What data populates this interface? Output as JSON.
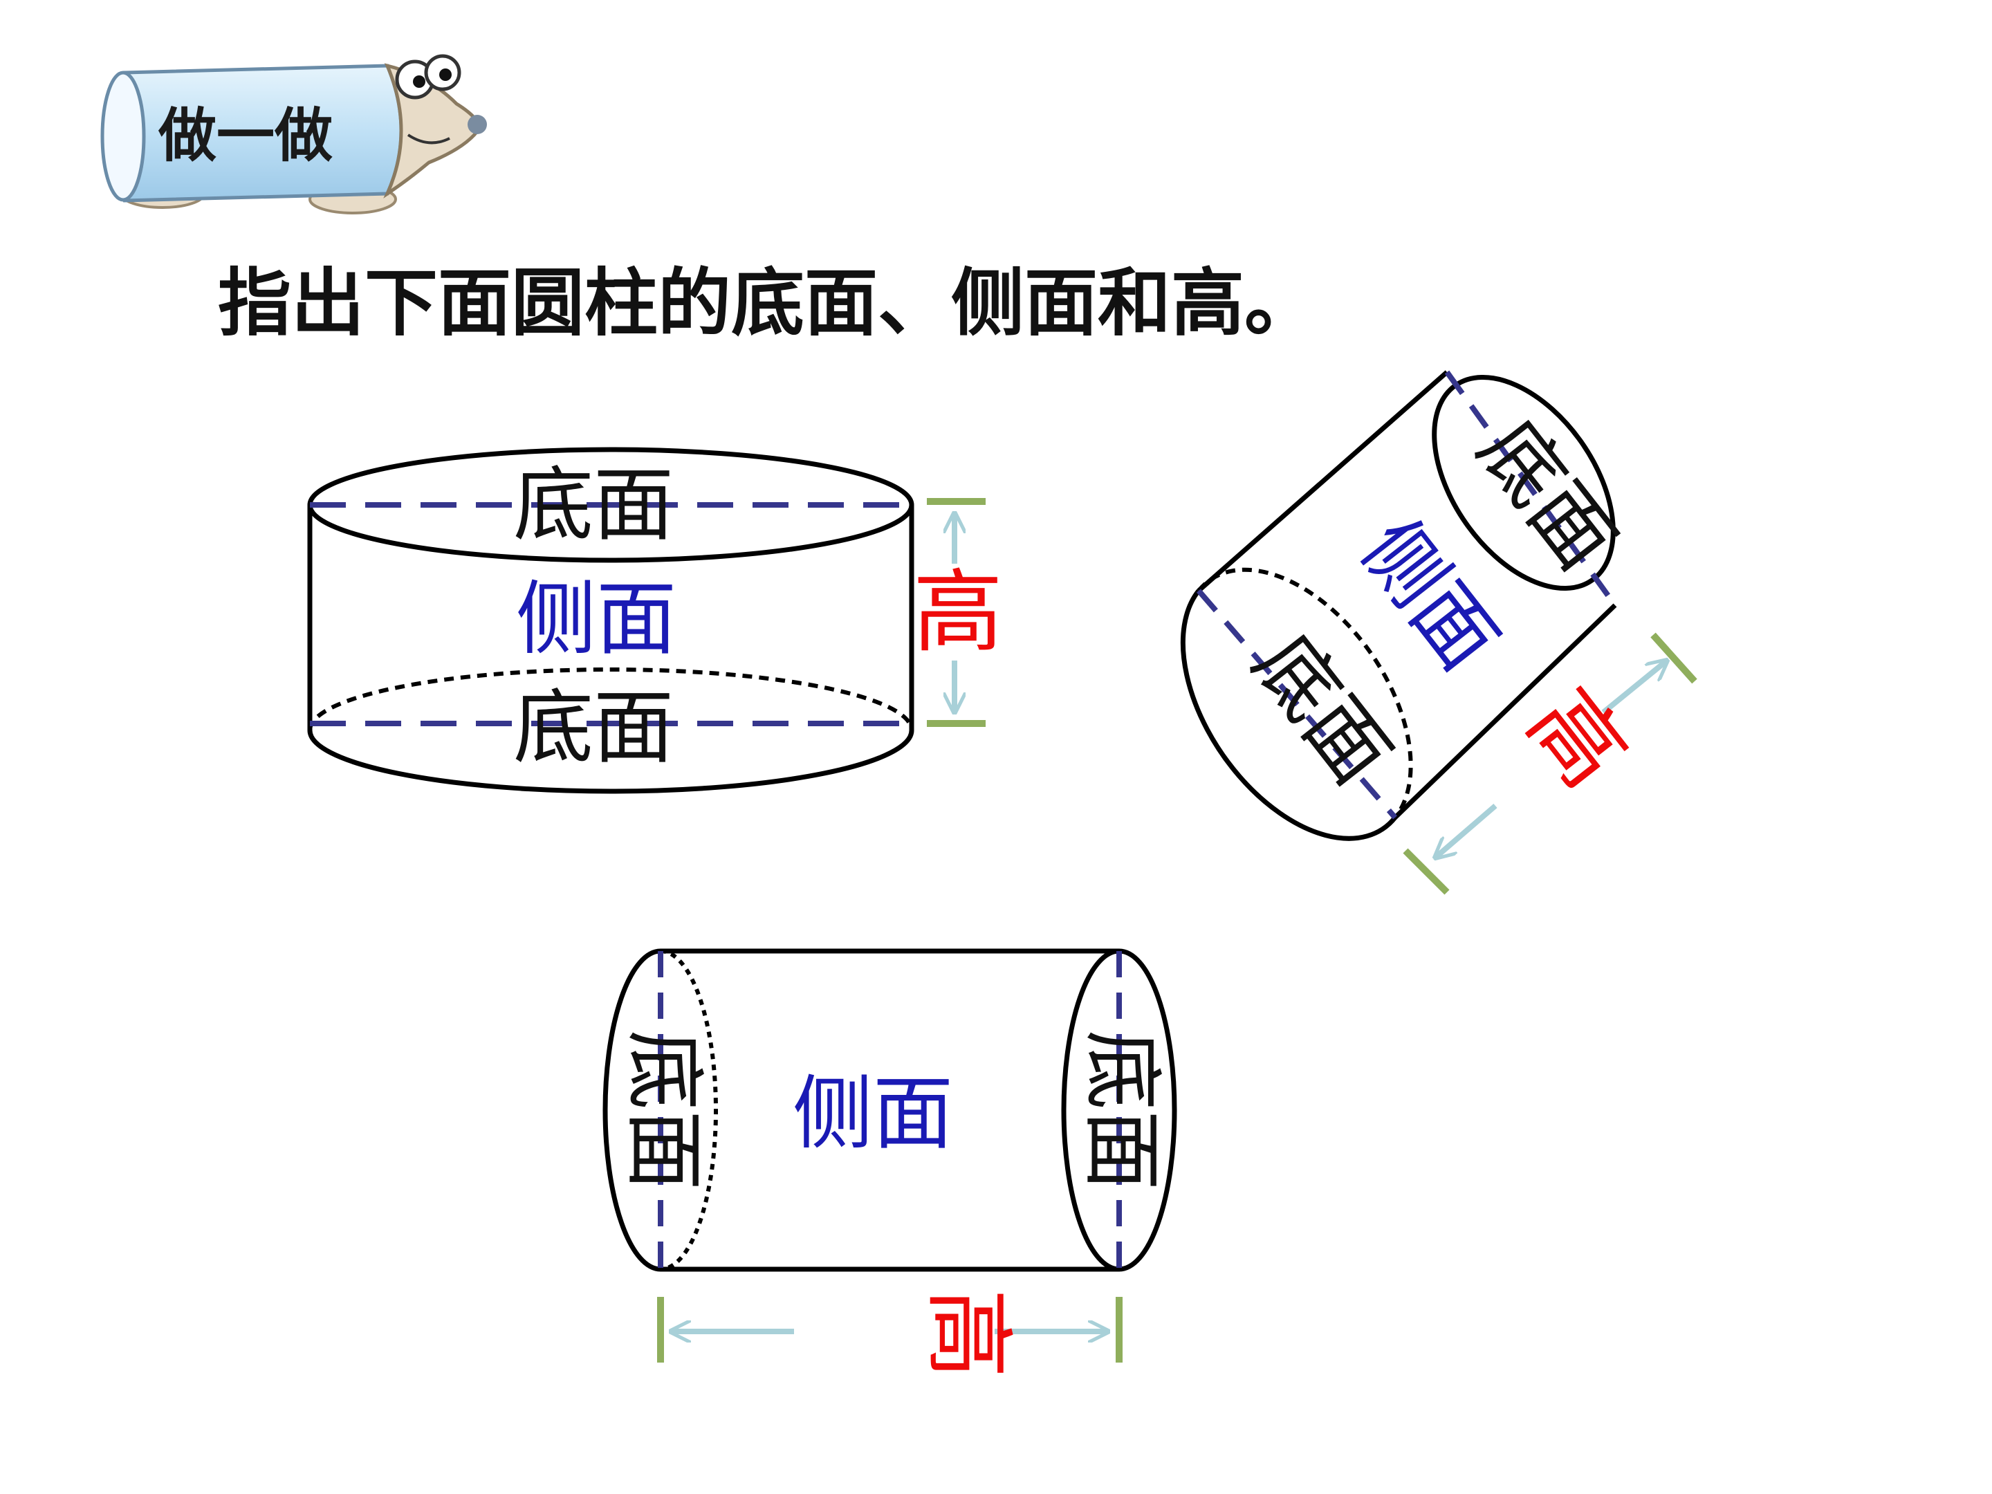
{
  "badge": {
    "label": "做一做"
  },
  "title": "指出下面圆柱的底面、侧面和高。",
  "labels": {
    "base": "底面",
    "side": "侧面",
    "height": "高"
  },
  "colors": {
    "outline": "#000000",
    "axis_dash": "#36368c",
    "side_text": "#1a1ab4",
    "height_text": "#ee0a0a",
    "arrow": "#a8d0d8",
    "tick": "#8fae5c",
    "badge_fill": "#bfe0f5"
  }
}
